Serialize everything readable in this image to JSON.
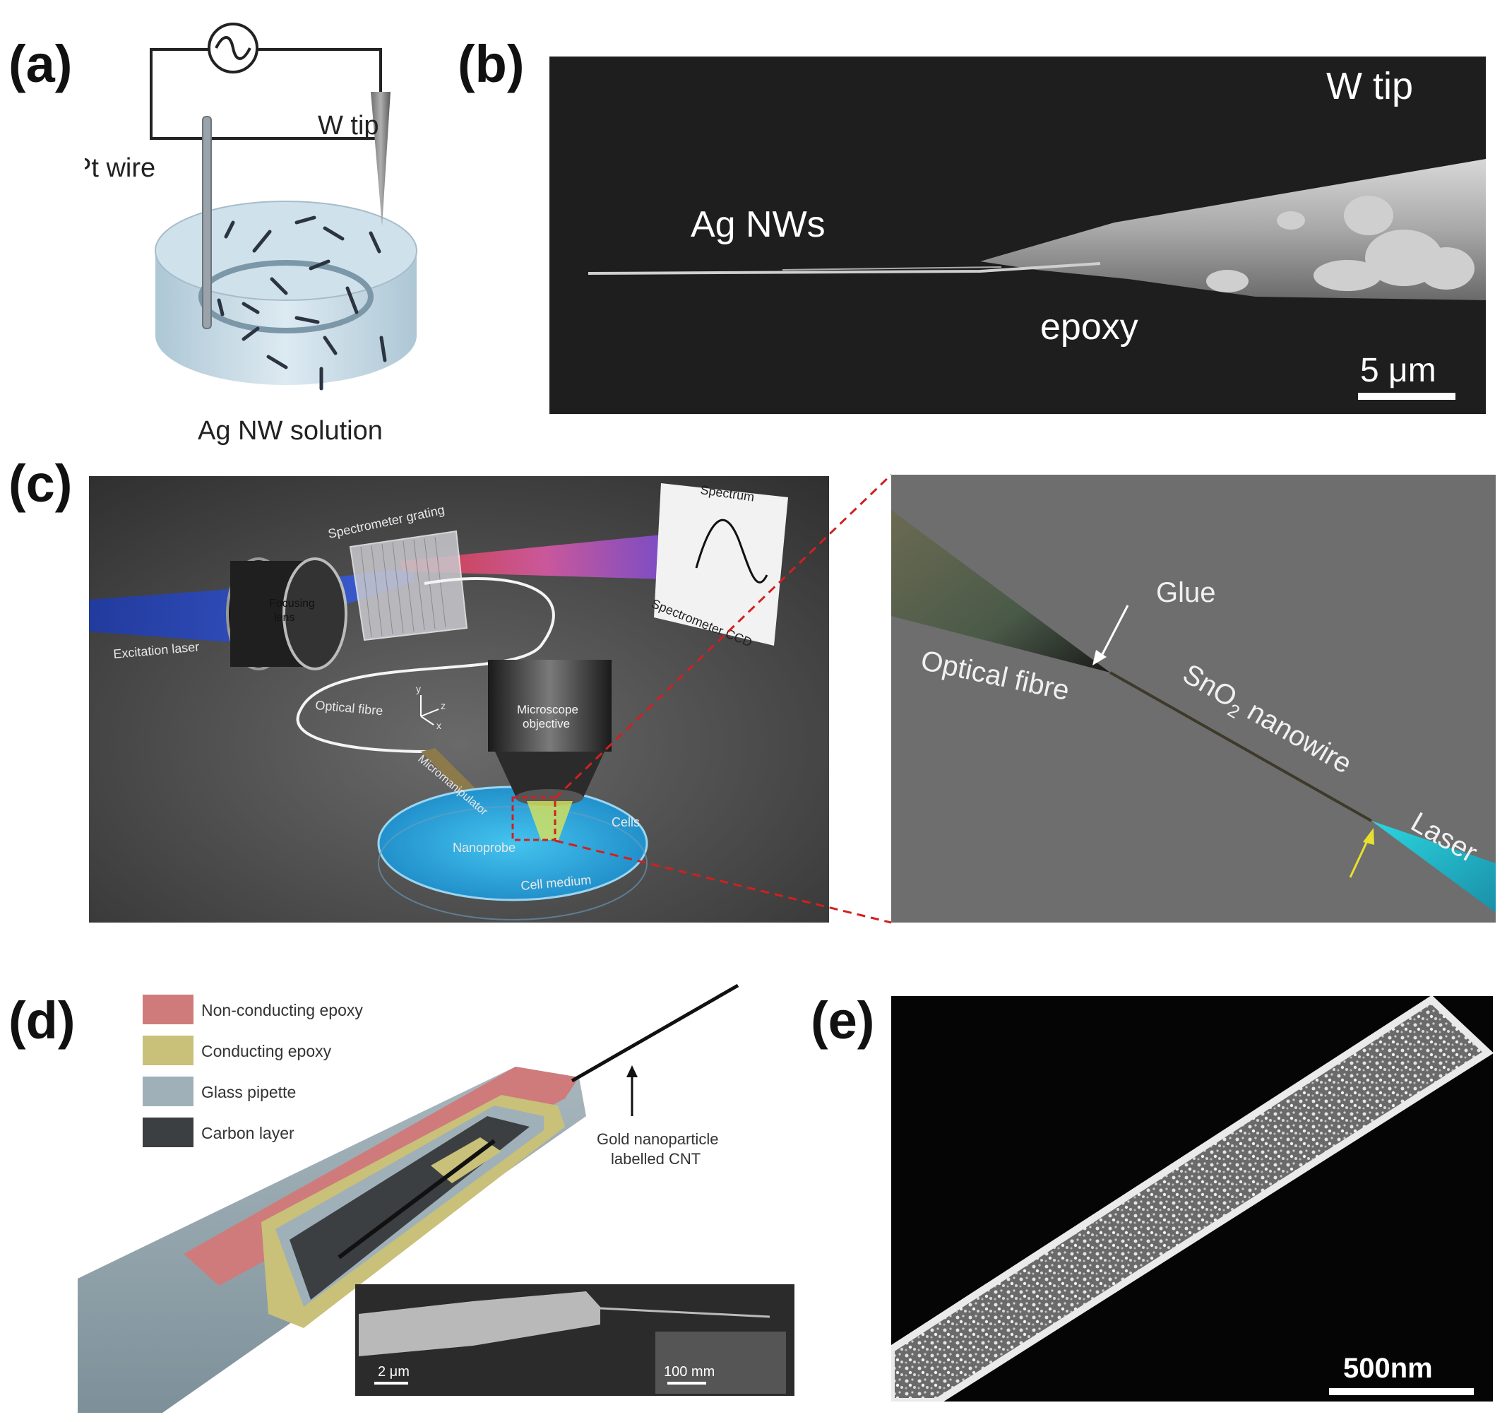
{
  "panels": {
    "a": {
      "letter": "(a)",
      "labels": {
        "pt_wire": "Pt wire",
        "w_tip": "W tip",
        "solution": "Ag NW solution"
      }
    },
    "b": {
      "letter": "(b)",
      "labels": {
        "w_tip": "W tip",
        "ag_nws": "Ag NWs",
        "epoxy": "epoxy",
        "scale": "5 μm"
      }
    },
    "c": {
      "letter": "(c)",
      "left_labels": {
        "spectrometer_grating": "Spectrometer grating",
        "spectrum": "Spectrum",
        "focusing_lens_1": "Focusing",
        "focusing_lens_2": "lens",
        "excitation_laser": "Excitation laser",
        "spectrometer_ccd": "Spectrometer CCD",
        "optical_fibre": "Optical fibre",
        "axis_y": "y",
        "axis_z": "z",
        "axis_x": "x",
        "microscope_objective_1": "Microscope",
        "microscope_objective_2": "objective",
        "micromanipulator": "Micromanipulator",
        "cells": "Cells",
        "nanoprobe": "Nanoprobe",
        "cell_medium": "Cell medium"
      },
      "right_labels": {
        "glue": "Glue",
        "optical_fibre": "Optical fibre",
        "sno2_main": "SnO",
        "sno2_sub": "2",
        "sno2_rest": " nanowire",
        "laser": "Laser"
      }
    },
    "d": {
      "letter": "(d)",
      "legend": [
        {
          "label": "Non-conducting epoxy",
          "color": "#cf7b7b"
        },
        {
          "label": "Conducting epoxy",
          "color": "#c9c07a"
        },
        {
          "label": "Glass pipette",
          "color": "#9fb0b8"
        },
        {
          "label": "Carbon layer",
          "color": "#3c3f42"
        }
      ],
      "cnt_label_1": "Gold nanoparticle",
      "cnt_label_2": "labelled CNT",
      "inset_scale_1": "2 μm",
      "inset_scale_2": "100 mm"
    },
    "e": {
      "letter": "(e)",
      "scale": "500nm"
    }
  }
}
